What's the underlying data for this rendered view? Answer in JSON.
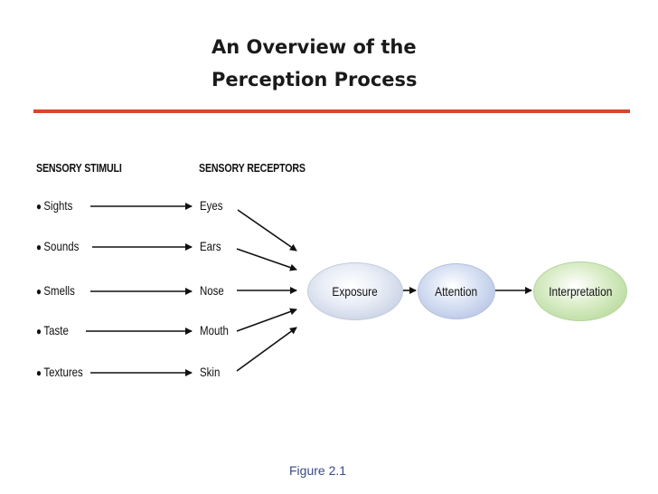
{
  "title_line1": "An Overview of the",
  "title_line2": "Perception Process",
  "headings": {
    "stimuli": "SENSORY STIMULI",
    "receptors": "SENSORY RECEPTORS"
  },
  "stimuli": [
    "Sights",
    "Sounds",
    "Smells",
    "Taste",
    "Textures"
  ],
  "receptors": [
    "Eyes",
    "Ears",
    "Nose",
    "Mouth",
    "Skin"
  ],
  "process": [
    "Exposure",
    "Attention",
    "Interpretation"
  ],
  "bullet": "●",
  "caption": "Figure 2.1",
  "colors": {
    "rule": "#d9472b",
    "exposure": "#b8c4dc",
    "attention": "#a9b9df",
    "interpretation": "#a9d38a",
    "caption": "#3a4a8a"
  }
}
